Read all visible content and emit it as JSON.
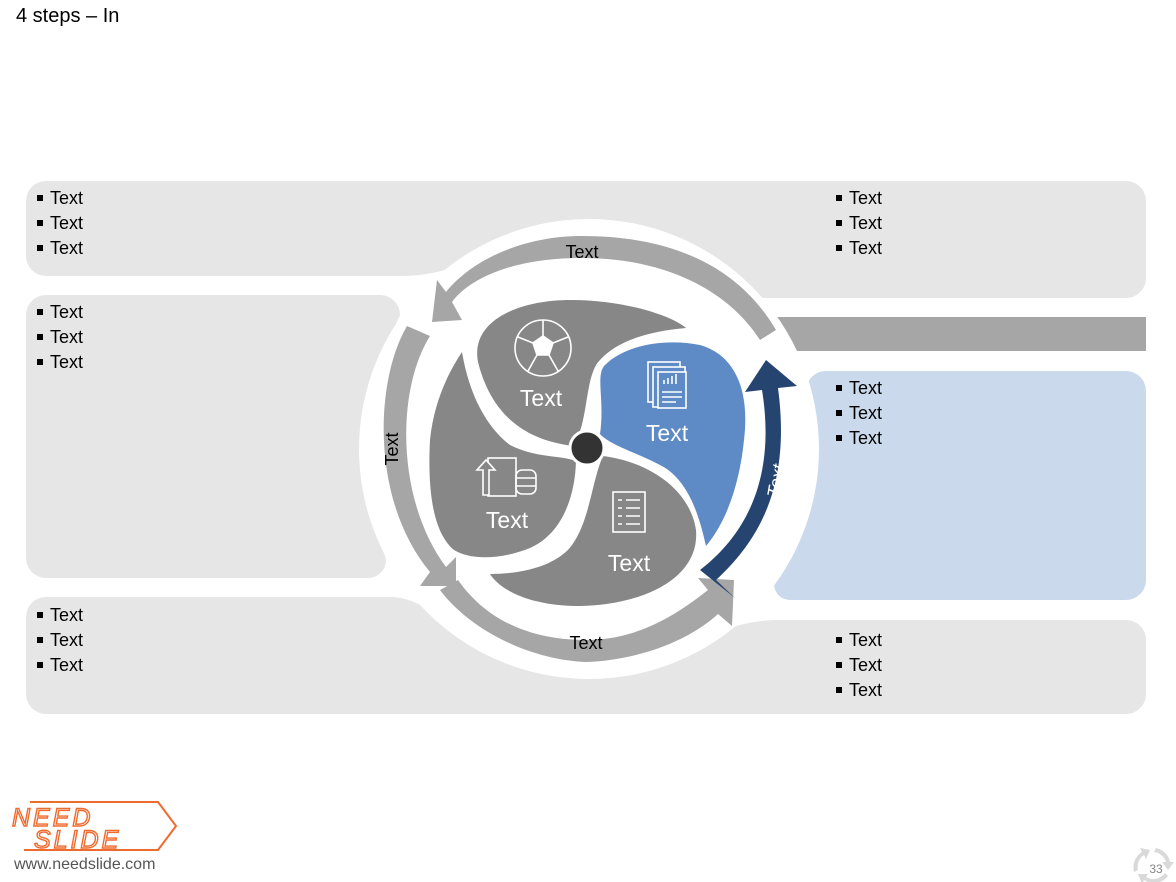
{
  "slide_title": "4 steps – In",
  "arrow_labels": {
    "top": "Text",
    "left": "Text",
    "bottom": "Text",
    "right": "Text"
  },
  "segments": {
    "top": {
      "label": "Text",
      "icon": "soccer-ball-icon"
    },
    "right": {
      "label": "Text",
      "icon": "report-chart-icon"
    },
    "bottom": {
      "label": "Text",
      "icon": "checklist-icon"
    },
    "left": {
      "label": "Text",
      "icon": "upload-coins-icon"
    }
  },
  "panels": {
    "top_left": [
      "Text",
      "Text",
      "Text"
    ],
    "top_right": [
      "Text",
      "Text",
      "Text"
    ],
    "mid_left": [
      "Text",
      "Text",
      "Text"
    ],
    "mid_right": [
      "Text",
      "Text",
      "Text"
    ],
    "bottom_left": [
      "Text",
      "Text",
      "Text"
    ],
    "bottom_right": [
      "Text",
      "Text",
      "Text"
    ]
  },
  "footer": {
    "logo_line1": "NEED",
    "logo_line2": "SLIDE",
    "url": "www.needslide.com",
    "page_number": "33"
  },
  "colors": {
    "panel_gray": "#e6e6e6",
    "panel_blue": "#cbd9ec",
    "arrow_gray": "#a6a6a6",
    "arrow_blue": "#264470",
    "segment_gray": "#878787",
    "segment_blue": "#5e8ac6",
    "hub": "#333333",
    "logo_orange": "#ee6b2f"
  }
}
